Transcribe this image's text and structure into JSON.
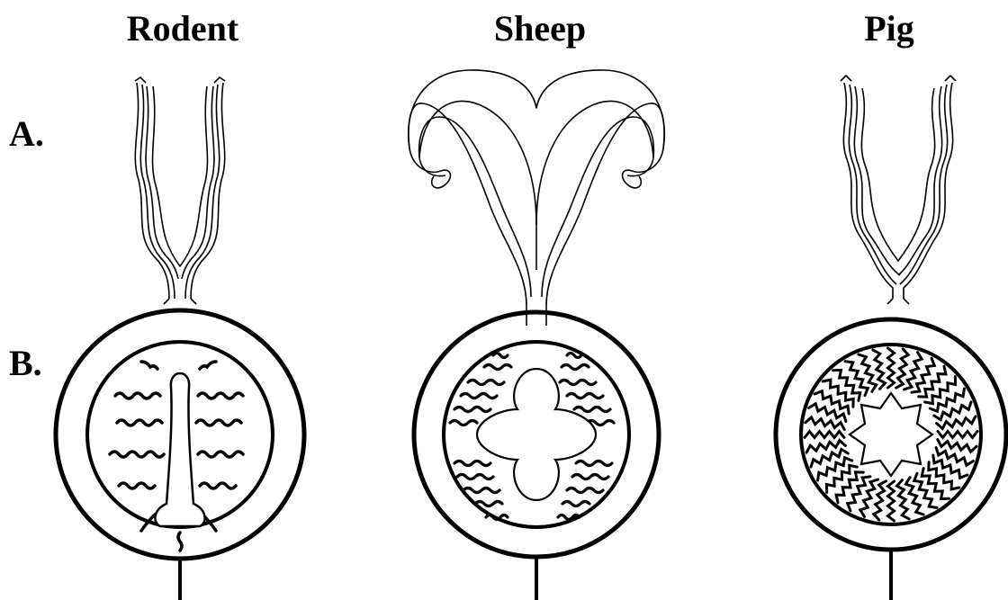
{
  "columns": {
    "rodent": "Rodent",
    "sheep": "Sheep",
    "pig": "Pig"
  },
  "rows": {
    "a": "A.",
    "b": "B."
  },
  "colors": {
    "ink": "#000000",
    "paper": "#ffffff"
  }
}
